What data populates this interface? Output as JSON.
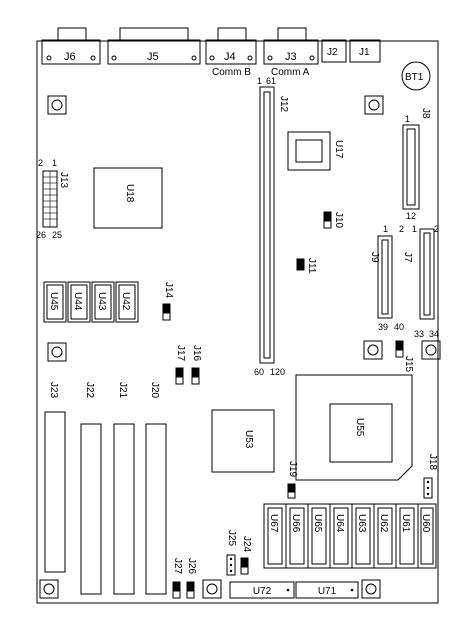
{
  "diagram": {
    "colors": {
      "line": "#000000",
      "fill": "#ffffff",
      "jumper": "#000000"
    },
    "top_connectors": {
      "J6": "J6",
      "J5": "J5",
      "J4": "J4",
      "J3": "J3",
      "J2": "J2",
      "J1": "J1",
      "comm_b": "Comm B",
      "comm_a": "Comm A",
      "BT1": "BT1"
    },
    "j12": {
      "label": "J12",
      "pin_1": "1",
      "pin_61": "61",
      "pin_60": "60",
      "pin_120": "120"
    },
    "j8": {
      "label": "J8",
      "pin_1": "1",
      "pin_12": "12"
    },
    "j13": {
      "label": "J13",
      "pin_2": "2",
      "pin_1": "1",
      "pin_26": "26",
      "pin_25": "25"
    },
    "j9": {
      "label": "J9",
      "pin_1": "1",
      "pin_2": "2",
      "pin_39": "39",
      "pin_40": "40"
    },
    "j7": {
      "label": "J7",
      "pin_1": "1",
      "pin_2": "2",
      "pin_33": "33",
      "pin_34": "34"
    },
    "chips": {
      "U17": "U17",
      "U18": "U18",
      "U53": "U53",
      "U55": "U55",
      "U45": "U45",
      "U44": "U44",
      "U43": "U43",
      "U42": "U42",
      "U67": "U67",
      "U66": "U66",
      "U65": "U65",
      "U64": "U64",
      "U63": "U63",
      "U62": "U62",
      "U61": "U61",
      "U60": "U60",
      "U72": "U72",
      "U71": "U71"
    },
    "jumpers": {
      "J10": "J10",
      "J11": "J11",
      "J14": "J14",
      "J15": "J15",
      "J16": "J16",
      "J17": "J17",
      "J18": "J18",
      "J19": "J19",
      "J24": "J24",
      "J25": "J25",
      "J26": "J26",
      "J27": "J27"
    },
    "slots": {
      "J23": "J23",
      "J22": "J22",
      "J21": "J21",
      "J20": "J20"
    }
  }
}
